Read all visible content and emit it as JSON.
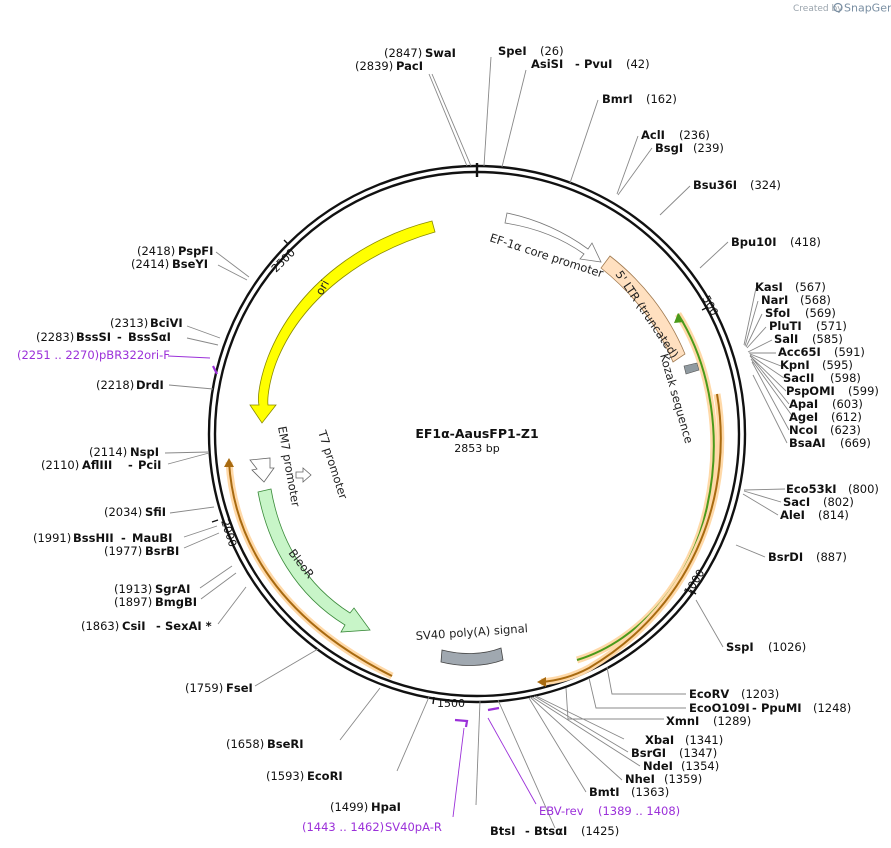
{
  "branding": {
    "created_by": "Created by",
    "app": "SnapGene"
  },
  "plasmid": {
    "name": "EF1α-AausFP1-Z1",
    "size_label": "2853 bp",
    "length": 2853
  },
  "ticks": [
    {
      "bp": 500,
      "label": "500"
    },
    {
      "bp": 1000,
      "label": "1000"
    },
    {
      "bp": 1500,
      "label": "1500"
    },
    {
      "bp": 2000,
      "label": "2000"
    },
    {
      "bp": 2500,
      "label": "2500"
    }
  ],
  "features": [
    {
      "id": "ori",
      "label": "ori",
      "color": "#ffff00"
    },
    {
      "id": "ef1a",
      "label": "EF-1α core promoter",
      "color": "#ffffff"
    },
    {
      "id": "ltr",
      "label": "5' LTR (truncated)",
      "color": "#ffe0c0"
    },
    {
      "id": "kozak",
      "label": "Kozak sequence",
      "color": "#909aa0"
    },
    {
      "id": "cds1",
      "label": "",
      "color": "#ffffff"
    },
    {
      "id": "cds2",
      "label": "",
      "color": "#ffffff"
    },
    {
      "id": "em7",
      "label": "EM7 promoter",
      "color": "#ffffff"
    },
    {
      "id": "t7",
      "label": "T7 promoter",
      "color": "#ffffff"
    },
    {
      "id": "bleor",
      "label": "BleoR",
      "color": "#c8f5c8"
    },
    {
      "id": "sv40pa",
      "label": "SV40 poly(A) signal",
      "color": "#a0a8b0"
    }
  ],
  "primers": [
    {
      "name": "pBR322ori-F",
      "range": "(2251 .. 2270)"
    },
    {
      "name": "EBV-rev",
      "range": "(1389 .. 1408)"
    },
    {
      "name": "SV40pA-R",
      "range": "(1443 .. 1462)"
    }
  ],
  "sites": [
    {
      "name": "SwaI",
      "pos": "(2847)"
    },
    {
      "name": "PacI",
      "pos": "(2839)"
    },
    {
      "name": "SpeI",
      "pos": "(26)"
    },
    {
      "name": "AsiSI",
      "name2": "PvuI",
      "pos": "(42)"
    },
    {
      "name": "BmrI",
      "pos": "(162)"
    },
    {
      "name": "AclI",
      "pos": "(236)"
    },
    {
      "name": "BsgI",
      "pos": "(239)"
    },
    {
      "name": "Bsu36I",
      "pos": "(324)"
    },
    {
      "name": "Bpu10I",
      "pos": "(418)"
    },
    {
      "name": "KasI",
      "pos": "(567)"
    },
    {
      "name": "NarI",
      "pos": "(568)"
    },
    {
      "name": "SfoI",
      "pos": "(569)"
    },
    {
      "name": "PluTI",
      "pos": "(571)"
    },
    {
      "name": "SalI",
      "pos": "(585)"
    },
    {
      "name": "Acc65I",
      "pos": "(591)"
    },
    {
      "name": "KpnI",
      "pos": "(595)"
    },
    {
      "name": "SacII",
      "pos": "(598)"
    },
    {
      "name": "PspOMI",
      "pos": "(599)"
    },
    {
      "name": "ApaI",
      "pos": "(603)"
    },
    {
      "name": "AgeI",
      "pos": "(612)"
    },
    {
      "name": "NcoI",
      "pos": "(623)"
    },
    {
      "name": "BsaAI",
      "pos": "(669)"
    },
    {
      "name": "Eco53kI",
      "pos": "(800)"
    },
    {
      "name": "SacI",
      "pos": "(802)"
    },
    {
      "name": "AleI",
      "pos": "(814)"
    },
    {
      "name": "BsrDI",
      "pos": "(887)"
    },
    {
      "name": "SspI",
      "pos": "(1026)"
    },
    {
      "name": "EcoRV",
      "pos": "(1203)"
    },
    {
      "name": "EcoO109I",
      "name2": "PpuMI",
      "pos": "(1248)"
    },
    {
      "name": "XmnI",
      "pos": "(1289)"
    },
    {
      "name": "XbaI",
      "pos": "(1341)"
    },
    {
      "name": "BsrGI",
      "pos": "(1347)"
    },
    {
      "name": "NdeI",
      "pos": "(1354)"
    },
    {
      "name": "NheI",
      "pos": "(1359)"
    },
    {
      "name": "BmtI",
      "pos": "(1363)"
    },
    {
      "name": "BtsI",
      "name2": "BtsαI",
      "pos": "(1425)"
    },
    {
      "name": "HpaI",
      "pos": "(1499)"
    },
    {
      "name": "EcoRI",
      "pos": "(1593)"
    },
    {
      "name": "BseRI",
      "pos": "(1658)"
    },
    {
      "name": "FseI",
      "pos": "(1759)"
    },
    {
      "name": "CsiI",
      "name2": "SexAI *",
      "pos": "(1863)"
    },
    {
      "name": "BmgBI",
      "pos": "(1897)"
    },
    {
      "name": "SgrAI",
      "pos": "(1913)"
    },
    {
      "name": "BsrBI",
      "pos": "(1977)"
    },
    {
      "name": "BssHII",
      "name2": "MauBI",
      "pos": "(1991)"
    },
    {
      "name": "SfiI",
      "pos": "(2034)"
    },
    {
      "name": "AflIII",
      "name2": "PciI",
      "pos": "(2110)"
    },
    {
      "name": "NspI",
      "pos": "(2114)"
    },
    {
      "name": "DrdI",
      "pos": "(2218)"
    },
    {
      "name": "BssSI",
      "name2": "BssSαI",
      "pos": "(2283)"
    },
    {
      "name": "BciVI",
      "pos": "(2313)"
    },
    {
      "name": "BseYI",
      "pos": "(2414)"
    },
    {
      "name": "PspFI",
      "pos": "(2418)"
    }
  ]
}
